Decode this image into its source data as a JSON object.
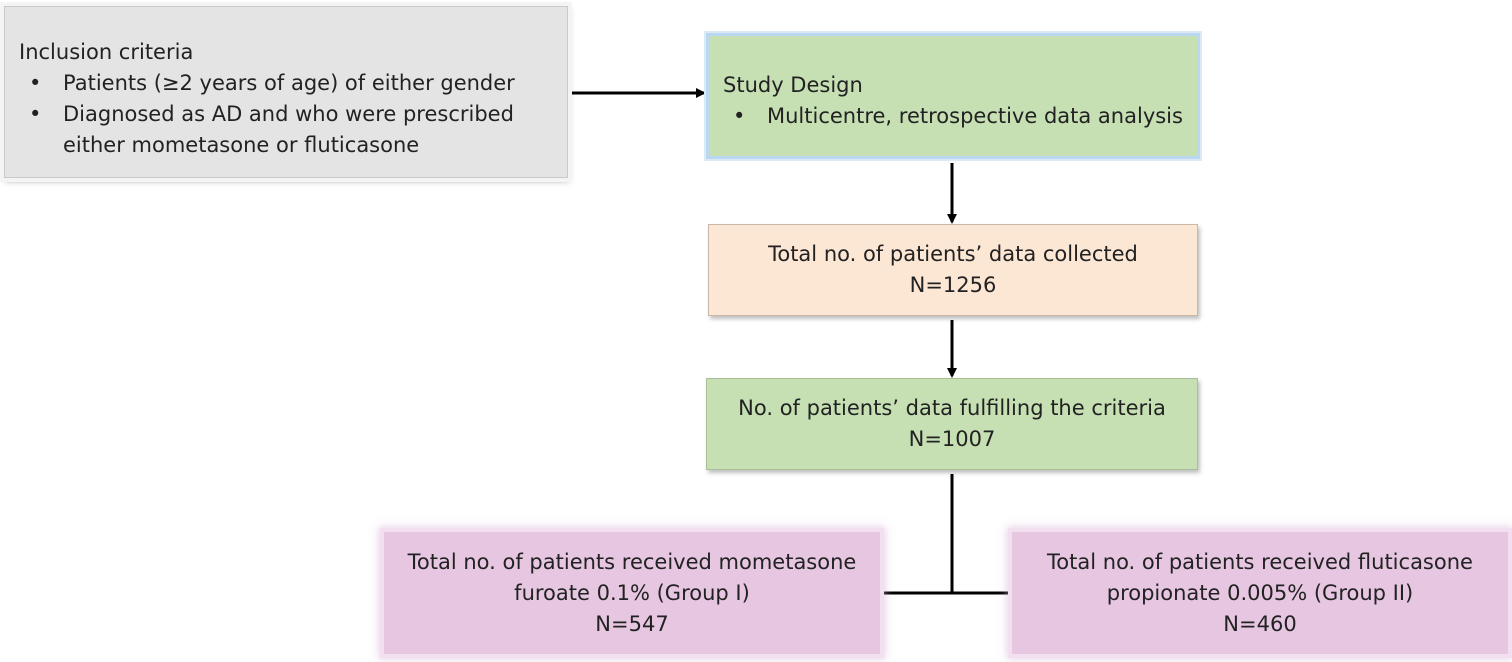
{
  "inclusion": {
    "title": "Inclusion criteria",
    "bullets": [
      "Patients (≥2 years of age) of either gender",
      "Diagnosed as AD and who were prescribed either mometasone or fluticasone"
    ]
  },
  "study_design": {
    "title": "Study Design",
    "bullets": [
      "Multicentre, retrospective data analysis"
    ]
  },
  "collected": {
    "label": "Total no. of patients’ data collected",
    "n": "N=1256"
  },
  "fulfilling": {
    "label": "No. of patients’ data fulfilling the criteria",
    "n": "N=1007"
  },
  "group1": {
    "line1": "Total no. of patients received mometasone",
    "line2": "furoate 0.1% (Group I)",
    "n": "N=547"
  },
  "group2": {
    "line1": "Total no. of patients received fluticasone",
    "line2": "propionate 0.005% (Group II)",
    "n": "N=460"
  },
  "colors": {
    "gray_box": "#e4e4e4",
    "green_box": "#c6e0b4",
    "peach_box": "#fce6d4",
    "pink_box": "#e6c6e0",
    "connector": "#000000"
  }
}
